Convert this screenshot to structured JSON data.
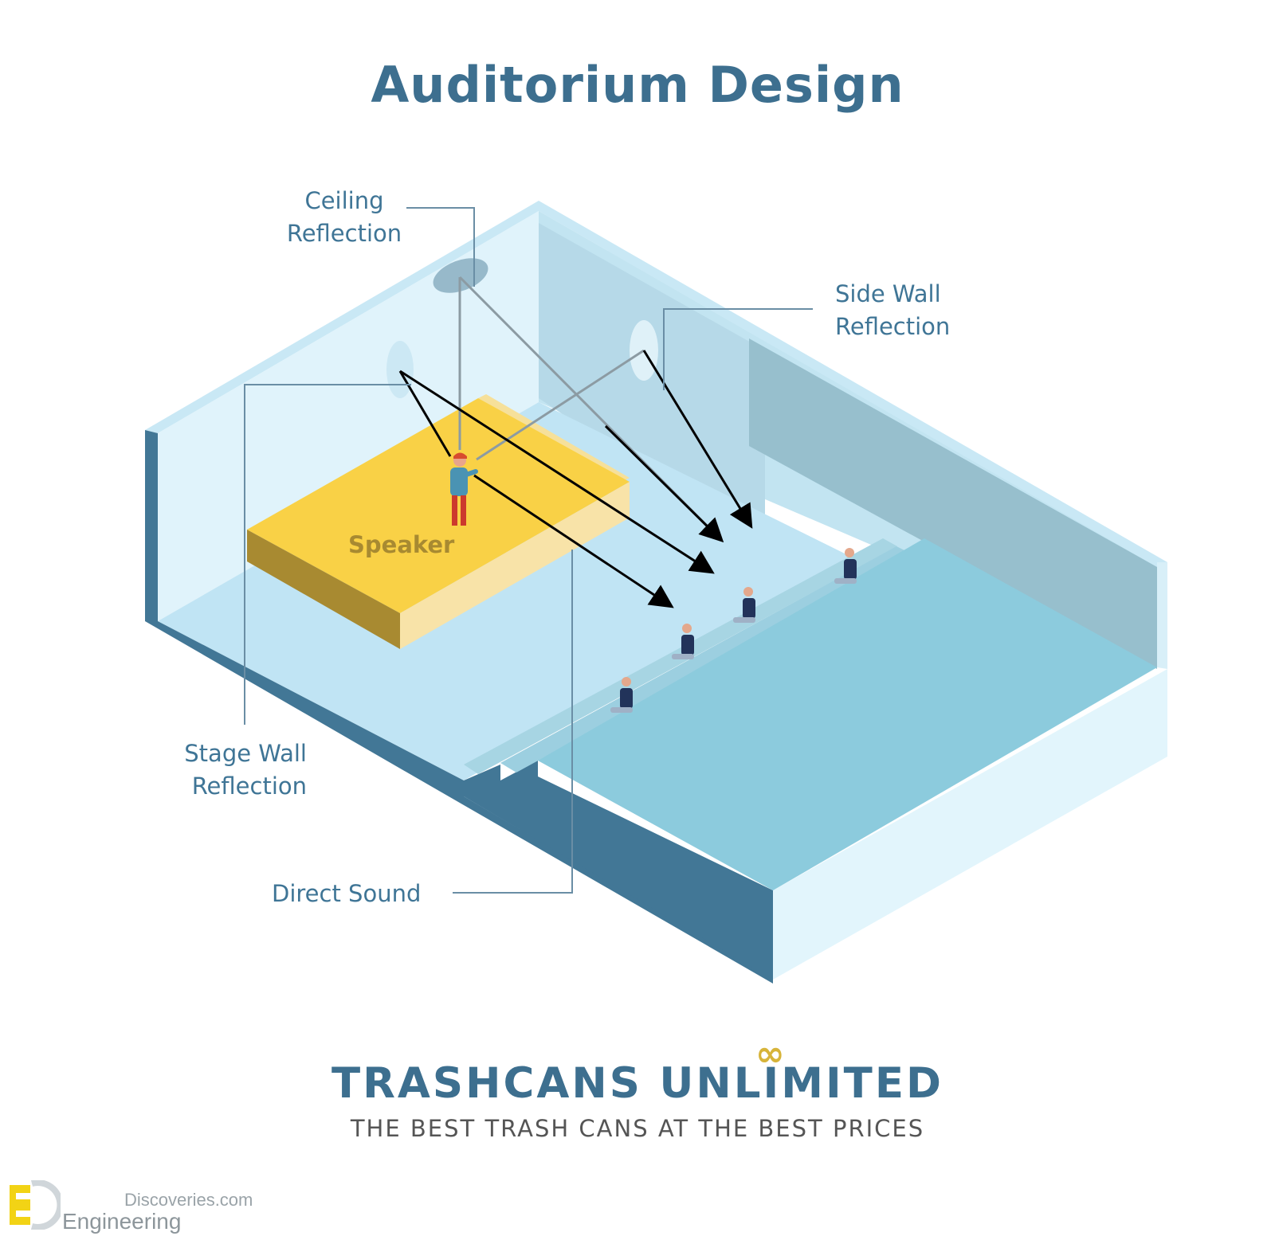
{
  "title": "Auditorium Design",
  "labels": {
    "ceiling": [
      "Ceiling",
      "Reflection"
    ],
    "side_wall": [
      "Side Wall",
      "Reflection"
    ],
    "stage_wall": [
      "Stage Wall",
      "Reflection"
    ],
    "direct": "Direct Sound",
    "speaker": "Speaker"
  },
  "brand": {
    "name": "TRASHCANS UNLIMITED",
    "tagline": "THE BEST TRASH CANS AT THE BEST PRICES"
  },
  "watermark": {
    "line1": "Discoveries.com",
    "line2": "Engineering"
  },
  "colors": {
    "title": "#3d6f8f",
    "stage_top": "#f9d146",
    "audience_floor": "#8ccbdd",
    "outer_wall": "#427796",
    "logo_accent": "#d7b43a"
  }
}
